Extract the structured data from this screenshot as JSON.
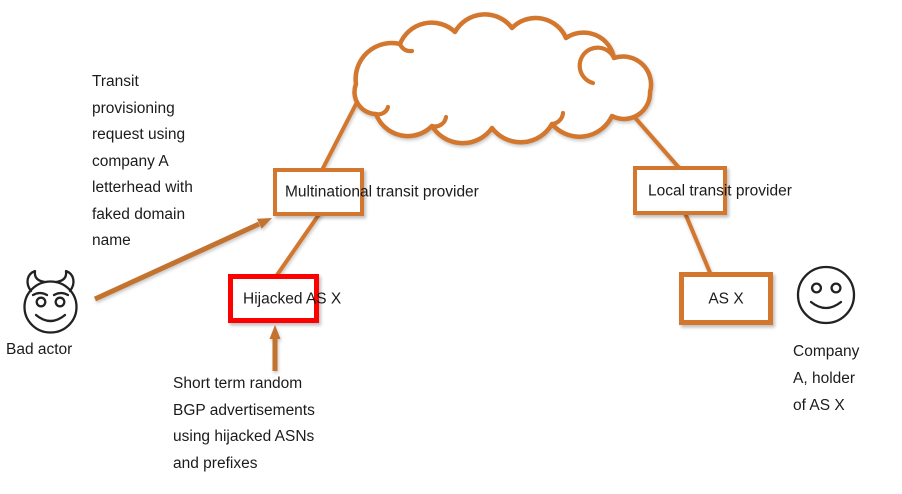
{
  "colors": {
    "accent_orange": "#D2772D",
    "arrow_orange": "#C4732F",
    "alert_red": "#FF0000",
    "text_ink": "#1B1B1B",
    "face_outline": "#222222",
    "background": "#FFFFFF"
  },
  "nodes": {
    "multinational": {
      "label": "Multinational transit provider"
    },
    "local": {
      "label": "Local transit provider"
    },
    "hijacked": {
      "label": "Hijacked AS X"
    },
    "asx": {
      "label": "AS X"
    }
  },
  "actors": {
    "bad_actor": {
      "label": "Bad actor",
      "icon": "devil-face-icon"
    },
    "company_a": {
      "lines": [
        "Company",
        "A, holder",
        "of AS X"
      ],
      "icon": "smiley-face-icon"
    }
  },
  "annotations": {
    "request": {
      "lines": [
        "Transit",
        "provisioning",
        "request using",
        "company A",
        "letterhead with",
        "faked domain",
        "name"
      ]
    },
    "bgp": {
      "lines": [
        "Short term random",
        "BGP advertisements",
        "using hijacked ASNs",
        "and prefixes"
      ]
    }
  }
}
